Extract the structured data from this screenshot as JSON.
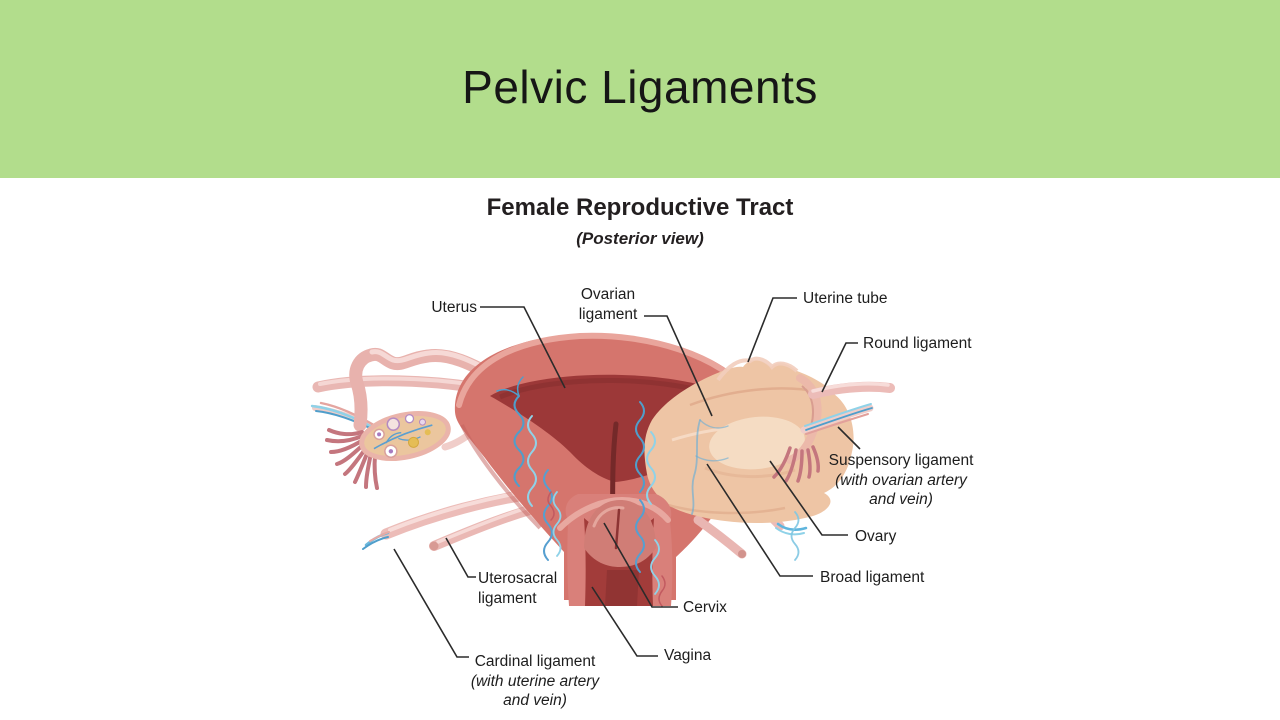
{
  "slide": {
    "title": "Pelvic Ligaments",
    "banner_color": "#b2dd8c",
    "background_color": "#ffffff"
  },
  "diagram": {
    "title": "Female Reproductive Tract",
    "subtitle": "(Posterior view)",
    "labels": {
      "uterus": {
        "text": "Uterus"
      },
      "ovarian_ligament": {
        "line1": "Ovarian",
        "line2": "ligament"
      },
      "uterine_tube": {
        "text": "Uterine tube"
      },
      "round_ligament": {
        "text": "Round ligament"
      },
      "suspensory_ligament": {
        "line1": "Suspensory ligament",
        "line2": "(with ovarian artery",
        "line3": "and vein)"
      },
      "ovary": {
        "text": "Ovary"
      },
      "broad_ligament": {
        "text": "Broad ligament"
      },
      "uterosacral_ligament": {
        "line1": "Uterosacral",
        "line2": "ligament"
      },
      "cervix": {
        "text": "Cervix"
      },
      "cardinal_ligament": {
        "line1": "Cardinal ligament",
        "line2": "(with uterine artery",
        "line3": "and vein)"
      },
      "vagina": {
        "text": "Vagina"
      }
    },
    "colors": {
      "leader_line": "#2b2b2b",
      "uterus_wall": "#d5756d",
      "uterus_rim": "#e9a59c",
      "uterus_interior": "#9c3838",
      "broad_ligament_membrane": "#eec5a5",
      "ovary_bulge": "#f5dcc3",
      "ovary_cut_surface": "#ebc69e",
      "tube_pink": "#ecbcb8",
      "fimbriae": "#c4767e",
      "vessel_blue": "#4f9ecb",
      "vessel_light_blue": "#8fd2e8",
      "corpus_luteum_yellow": "#e5bd55"
    }
  }
}
